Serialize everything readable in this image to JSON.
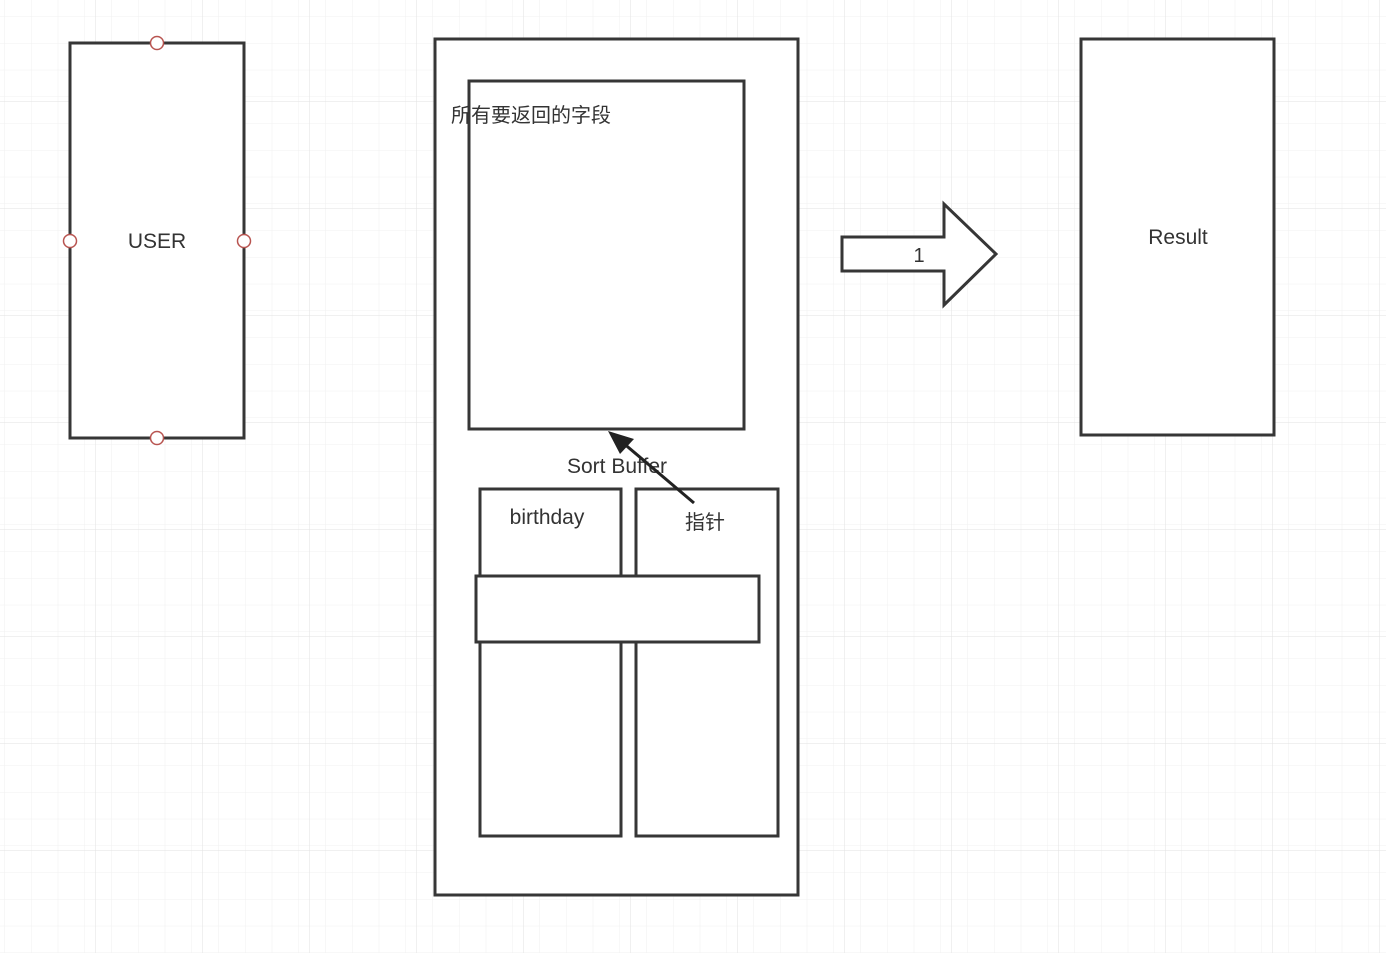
{
  "shapes": {
    "user_label": "USER",
    "fields_label": "所有要返回的字段",
    "sort_buffer_label": "Sort Buffer",
    "birthday_label": "birthday",
    "pointer_label": "指针",
    "arrow_label": "1",
    "result_label": "Result"
  },
  "colors": {
    "stroke": "#363636",
    "handle": "#b85450",
    "grid_minor": "#f0f0f0",
    "grid_major": "#e2e2e2"
  }
}
